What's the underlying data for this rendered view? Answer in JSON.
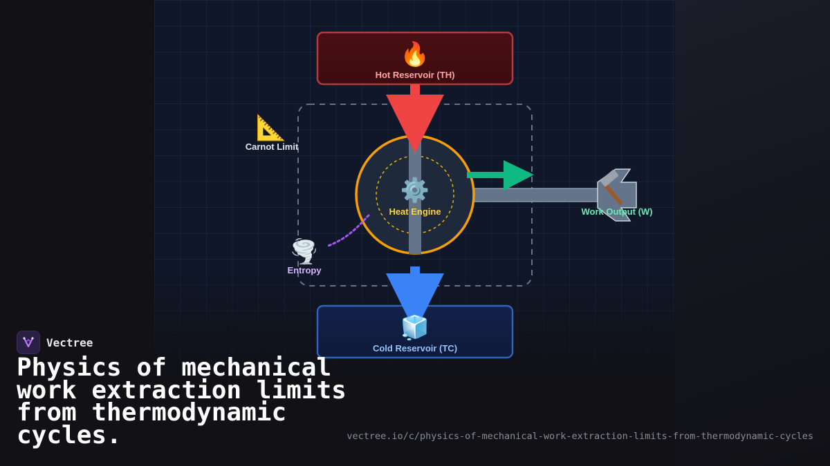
{
  "diagram": {
    "hot_reservoir": {
      "icon": "fire-icon",
      "glyph": "🔥",
      "label": "Hot Reservoir (TH)"
    },
    "cold_reservoir": {
      "icon": "ice-cube-icon",
      "glyph": "🧊",
      "label": "Cold Reservoir (TC)"
    },
    "engine": {
      "icon": "gear-icon",
      "glyph": "⚙️",
      "label": "Heat Engine"
    },
    "work_output": {
      "icon": "hammer-icon",
      "glyph": "🔨",
      "label": "Work Output (W)"
    },
    "carnot": {
      "icon": "triangular-ruler-icon",
      "glyph": "📐",
      "label": "Carnot Limit"
    },
    "entropy": {
      "icon": "tornado-icon",
      "glyph": "🌪️",
      "label": "Entropy"
    },
    "colors": {
      "hot": "#ef4444",
      "cold": "#3b82f6",
      "engine_ring": "#f59e0b",
      "work": "#10b981",
      "entropy": "#a855f7",
      "hot_label": "#fca5a5",
      "cold_label": "#93c5fd",
      "work_label": "#6ee7b7",
      "engine_label": "#fcd34d",
      "entropy_label": "#d8b4fe"
    }
  },
  "brand": {
    "name": "Vectree",
    "logo_icon": "vectree-logo-icon"
  },
  "title": "Physics of mechanical work extraction limits from thermodynamic cycles.",
  "url": "vectree.io/c/physics-of-mechanical-work-extraction-limits-from-thermodynamic-cycles"
}
